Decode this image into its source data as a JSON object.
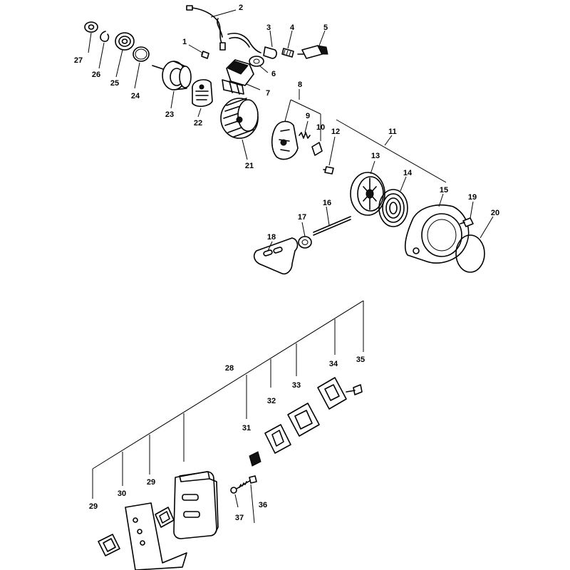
{
  "callouts": [
    {
      "id": "c1",
      "text": "1"
    },
    {
      "id": "c2",
      "text": "2"
    },
    {
      "id": "c3",
      "text": "3"
    },
    {
      "id": "c4",
      "text": "4"
    },
    {
      "id": "c5",
      "text": "5"
    },
    {
      "id": "c6",
      "text": "6"
    },
    {
      "id": "c7",
      "text": "7"
    },
    {
      "id": "c8",
      "text": "8"
    },
    {
      "id": "c9",
      "text": "9"
    },
    {
      "id": "c10",
      "text": "10"
    },
    {
      "id": "c11",
      "text": "11"
    },
    {
      "id": "c12",
      "text": "12"
    },
    {
      "id": "c13",
      "text": "13"
    },
    {
      "id": "c14",
      "text": "14"
    },
    {
      "id": "c15",
      "text": "15"
    },
    {
      "id": "c16",
      "text": "16"
    },
    {
      "id": "c17",
      "text": "17"
    },
    {
      "id": "c18",
      "text": "18"
    },
    {
      "id": "c19",
      "text": "19"
    },
    {
      "id": "c20",
      "text": "20"
    },
    {
      "id": "c21",
      "text": "21"
    },
    {
      "id": "c22",
      "text": "22"
    },
    {
      "id": "c23",
      "text": "23"
    },
    {
      "id": "c24",
      "text": "24"
    },
    {
      "id": "c25",
      "text": "25"
    },
    {
      "id": "c26",
      "text": "26"
    },
    {
      "id": "c27",
      "text": "27"
    },
    {
      "id": "c28",
      "text": "28"
    },
    {
      "id": "c29a",
      "text": "29"
    },
    {
      "id": "c29b",
      "text": "29"
    },
    {
      "id": "c30",
      "text": "30"
    },
    {
      "id": "c31",
      "text": "31"
    },
    {
      "id": "c32",
      "text": "32"
    },
    {
      "id": "c33",
      "text": "33"
    },
    {
      "id": "c34",
      "text": "34"
    },
    {
      "id": "c35",
      "text": "35"
    },
    {
      "id": "c36",
      "text": "36"
    },
    {
      "id": "c37",
      "text": "37"
    }
  ]
}
